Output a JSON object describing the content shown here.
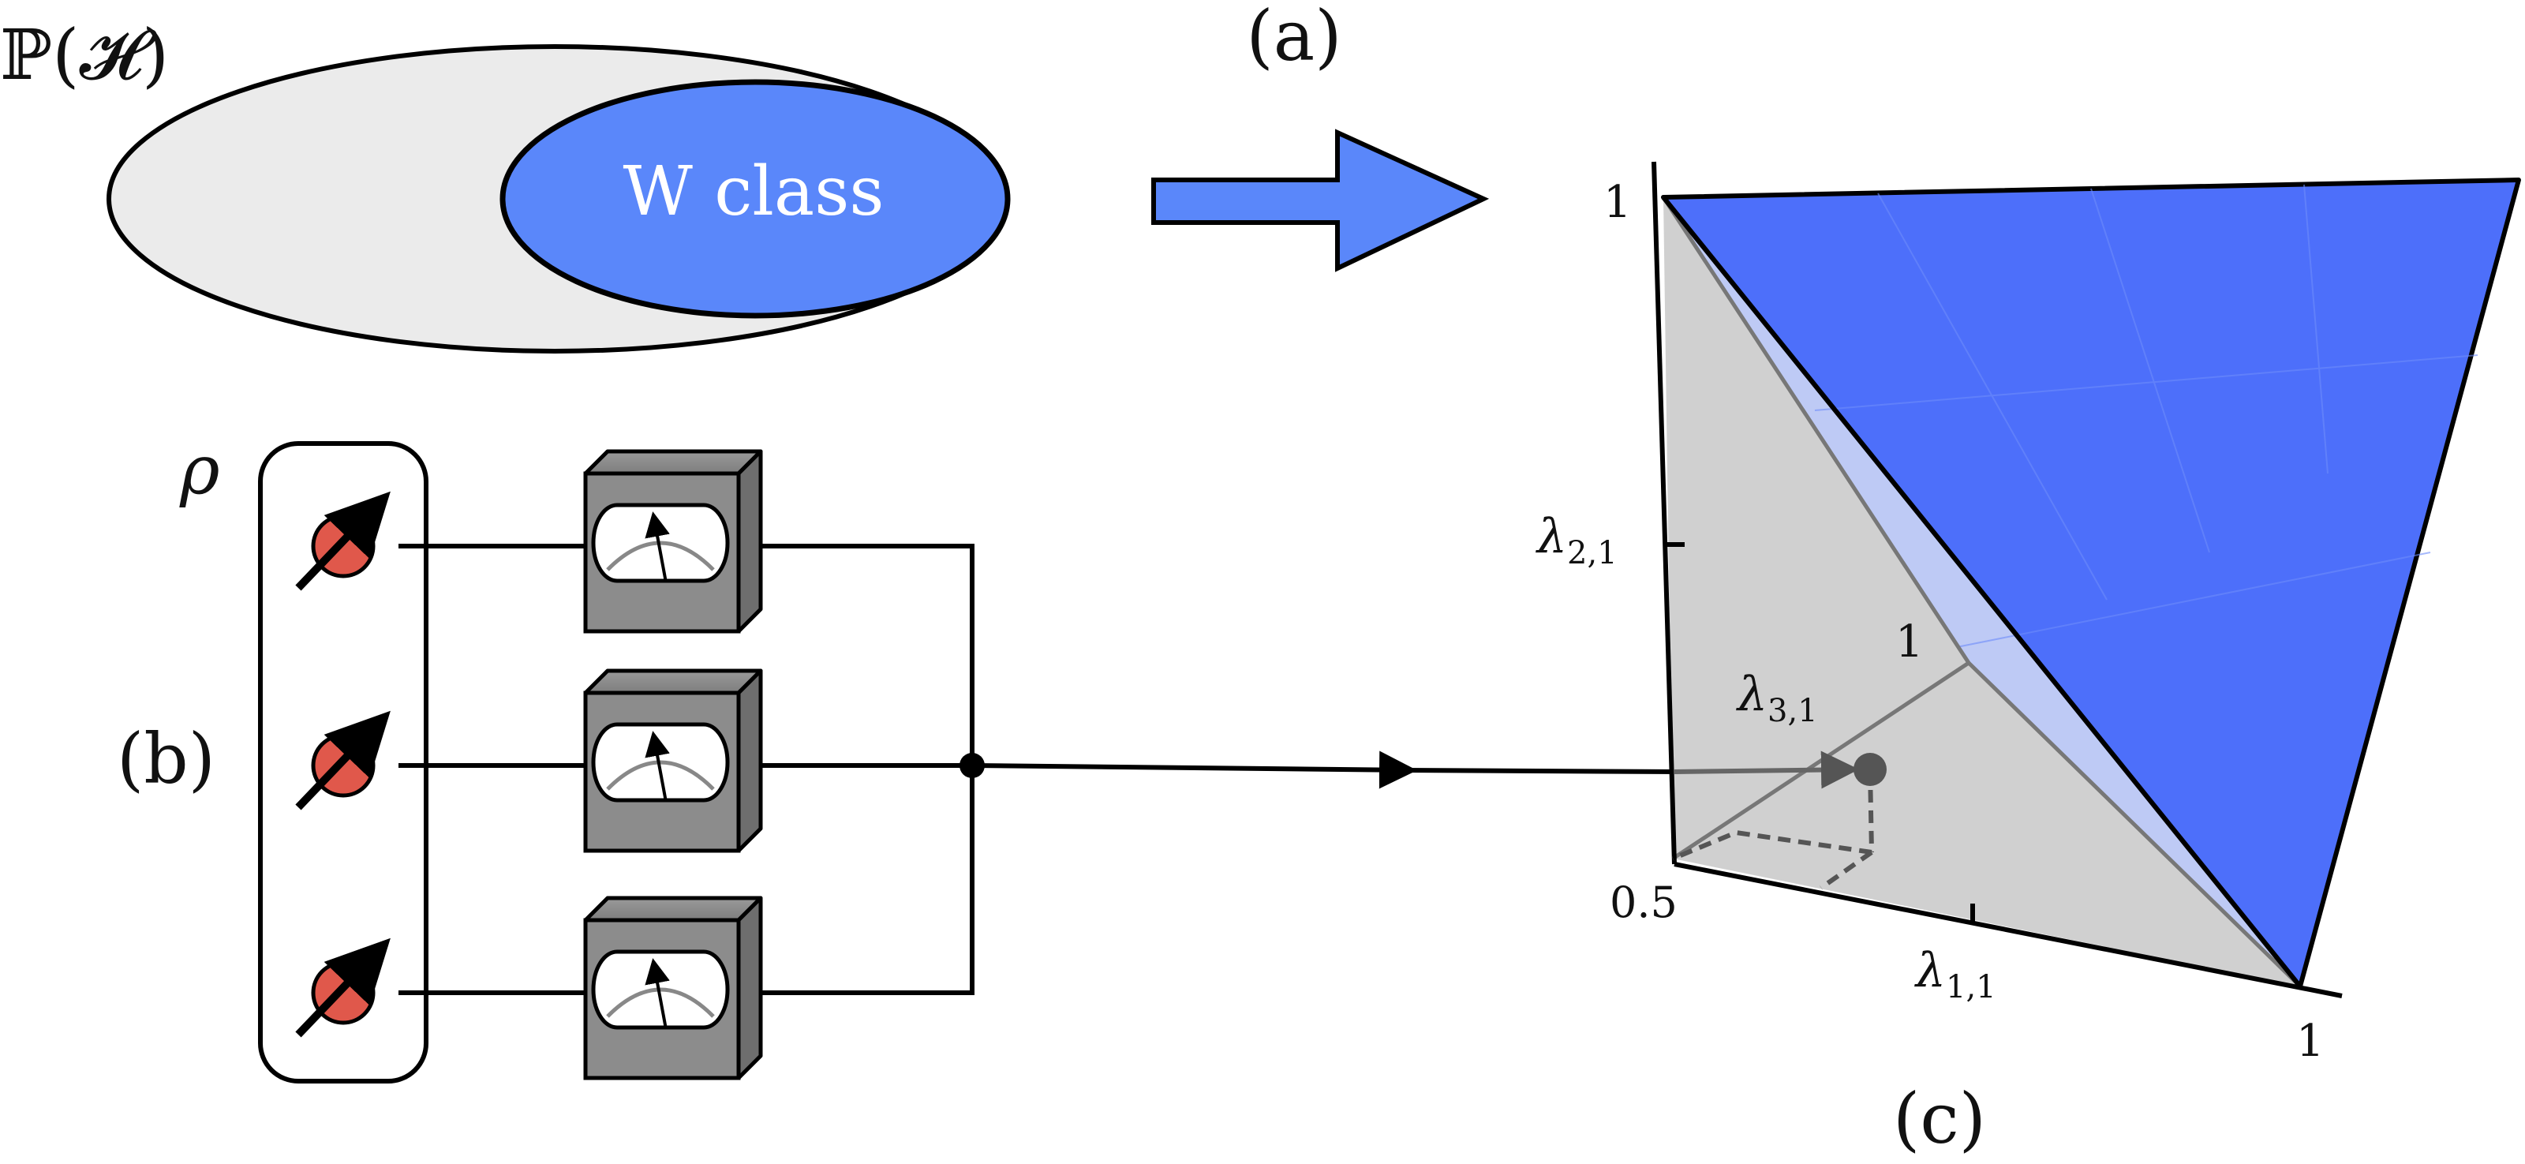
{
  "labels": {
    "projective_space": "ℙ(𝓗)",
    "panel_a": "(a)",
    "panel_b": "(b)",
    "panel_c": "(c)",
    "w_class": "W class",
    "rho": "ρ"
  },
  "axes": {
    "z_top_tick": "1",
    "z_label": "λ",
    "z_label_sub": "2,1",
    "y_tick": "1",
    "y_label": "λ",
    "y_label_sub": "3,1",
    "origin_tick": "0.5",
    "x_label": "λ",
    "x_label_sub": "1,1",
    "x_tick": "1"
  },
  "colors": {
    "w_class_fill": "#5A87FA",
    "ellipse_fill": "#EBEBEB",
    "spin_fill": "#E0584B",
    "detector_fill": "#8C8C8C",
    "plane_fill": "#4D6FFA",
    "polytope_fill": "#D0D0D0"
  },
  "icons": [
    "spin-qubit-icon",
    "detector-meter-icon",
    "arrow-right-icon"
  ]
}
